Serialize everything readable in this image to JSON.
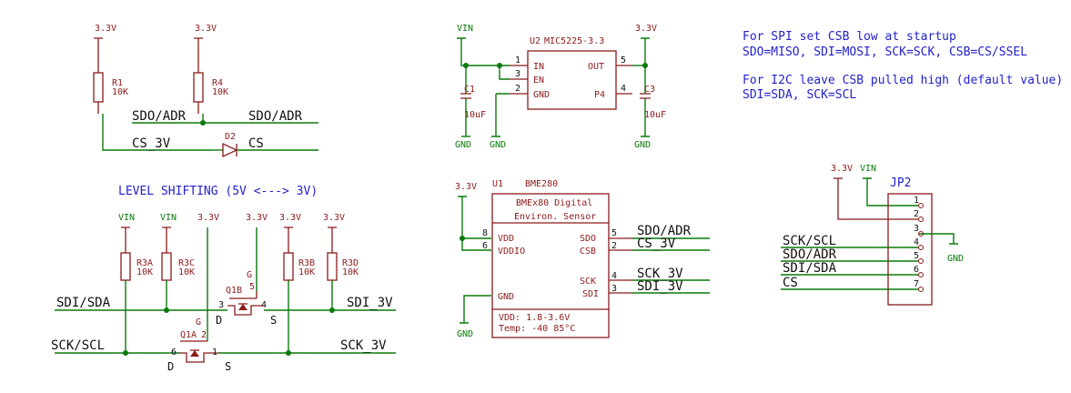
{
  "labels": {
    "v33": "3.3V",
    "vin": "VIN",
    "gnd": "GND",
    "sdo_adr": "SDO/ADR",
    "cs_3v": "CS_3V",
    "cs": "CS",
    "sdi_sda": "SDI/SDA",
    "sdi_3v": "SDI_3V",
    "sck_scl": "SCK/SCL",
    "sck_3v": "SCK_3V",
    "sck_scl_j": "SCK/SCL",
    "sdo_adr_j": "SDO/ADR",
    "sdi_sda_j": "SDI/SDA",
    "cs_j": "CS",
    "level_shift": "LEVEL SHIFTING (5V <---> 3V)"
  },
  "components": {
    "r1": {
      "ref": "R1",
      "value": "10K"
    },
    "r4": {
      "ref": "R4",
      "value": "10K"
    },
    "d2": {
      "ref": "D2"
    },
    "r3a": {
      "ref": "R3A",
      "value": "10K"
    },
    "r3c": {
      "ref": "R3C",
      "value": "10K"
    },
    "r3b": {
      "ref": "R3B",
      "value": "10K"
    },
    "r3d": {
      "ref": "R3D",
      "value": "10K"
    },
    "q1a": {
      "ref": "Q1A",
      "g": "G",
      "d": "D",
      "s": "S",
      "p6": "6",
      "p1": "1",
      "pg": "2"
    },
    "q1b": {
      "ref": "Q1B",
      "g": "G",
      "d": "D",
      "s": "S",
      "p3": "3",
      "p4": "4",
      "pg": "5"
    },
    "u2": {
      "ref": "U2",
      "part": "MIC5225-3.3",
      "in": "IN",
      "en": "EN",
      "gnd": "GND",
      "out": "OUT",
      "p4": "P4",
      "n1": "1",
      "n3": "3",
      "n2": "2",
      "n5": "5",
      "n4": "4"
    },
    "c1": {
      "ref": "C1",
      "value": "10uF"
    },
    "c3": {
      "ref": "C3",
      "value": "10uF"
    },
    "u1": {
      "ref": "U1",
      "part": "BME280",
      "title1": "BMEx80 Digital",
      "title2": "Environ. Sensor",
      "vdd": "VDD",
      "vddio": "VDDIO",
      "gnd": "GND",
      "sdo": "SDO",
      "csb": "CSB",
      "sck": "SCK",
      "sdi": "SDI",
      "n8": "8",
      "n6": "6",
      "n5": "5",
      "n2": "2",
      "n4": "4",
      "n3": "3",
      "spec1": "VDD:       1.8-3.6V",
      "spec2": "Temp:      -40 85°C"
    },
    "jp2": {
      "ref": "JP2",
      "pins": [
        "1",
        "2",
        "3",
        "4",
        "5",
        "6",
        "7"
      ]
    }
  },
  "notes": {
    "line1": "For SPI set CSB low at startup",
    "line2": "SDO=MISO, SDI=MOSI, SCK=SCK, CSB=CS/SSEL",
    "line3": "For I2C leave CSB pulled high (default value)",
    "line4": "SDI=SDA, SCK=SCL"
  },
  "colors": {
    "wire": "#0a7a0a",
    "part": "#8b1a1a",
    "note": "#2222cc"
  }
}
